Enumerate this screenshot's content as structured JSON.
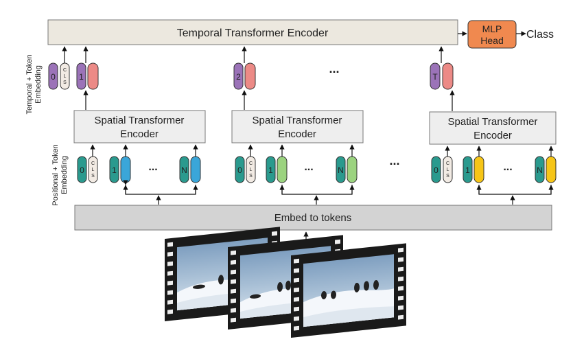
{
  "temporal_encoder": {
    "label": "Temporal Transformer Encoder"
  },
  "mlp_head": {
    "line1": "MLP",
    "line2": "Head"
  },
  "output": {
    "label": "Class"
  },
  "side_labels": {
    "temporal": [
      "Temporal + Token",
      "Embedding"
    ],
    "positional": [
      "Positional + Token",
      "Embedding"
    ]
  },
  "spatial_encoder": {
    "line1": "Spatial Transformer",
    "line2": "Encoder"
  },
  "embed": {
    "label": "Embed to tokens"
  },
  "tokens": {
    "zero": "0",
    "cls": [
      "C",
      "L",
      "S"
    ],
    "one": "1",
    "n": "N",
    "two": "2",
    "t": "T",
    "ellipsis": "..."
  },
  "colors": {
    "encoder_fill": "#ece8df",
    "spatial_fill": "#eeeeee",
    "embed_fill": "#d3d3d3",
    "mlp_fill": "#f0894f",
    "teal": "#2a9a8e",
    "purple": "#9b73b8",
    "salmon": "#ec8a86",
    "blue": "#3aa6d9",
    "green": "#9bd37f",
    "yellow": "#f6c517",
    "cls_fill": "#f2ebe4"
  },
  "frames": {
    "image_description_names": [
      "frame-1",
      "frame-2",
      "frame-3"
    ]
  }
}
